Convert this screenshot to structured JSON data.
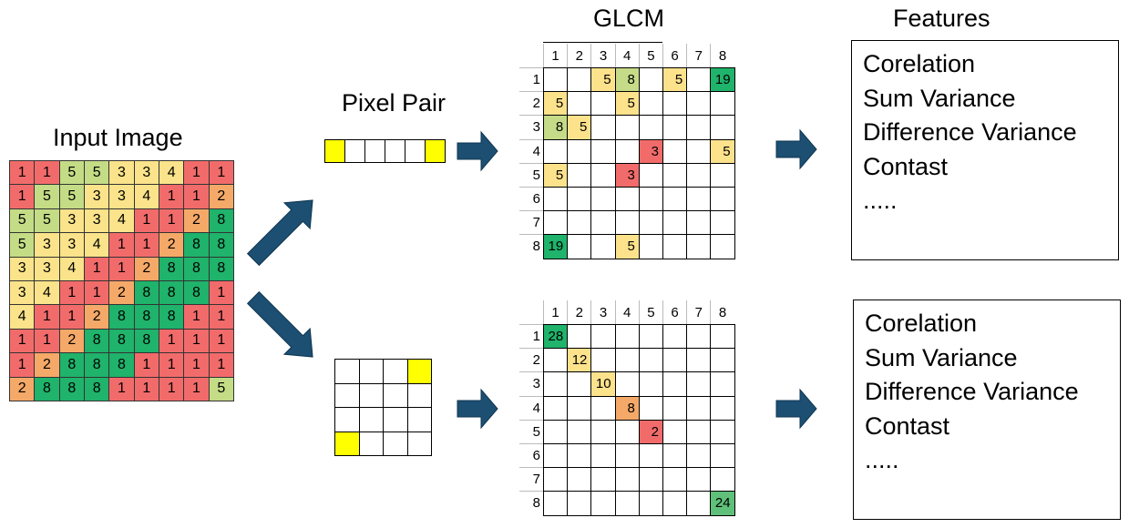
{
  "titles": {
    "input_image": "Input Image",
    "pixel_pair": "Pixel Pair",
    "glcm": "GLCM",
    "features": "Features"
  },
  "colors": {
    "1": "#f26b6b",
    "2": "#f5a968",
    "3": "#fae38a",
    "4": "#fae38a",
    "5": "#c4dc86",
    "8": "#1fb36b",
    "pair": "#ffff00",
    "arrow": "#1c4f72"
  },
  "input_image": [
    [
      1,
      1,
      5,
      5,
      3,
      3,
      4,
      1,
      1
    ],
    [
      1,
      5,
      5,
      3,
      3,
      4,
      1,
      1,
      2
    ],
    [
      5,
      5,
      3,
      3,
      4,
      1,
      1,
      2,
      8
    ],
    [
      5,
      3,
      3,
      4,
      1,
      1,
      2,
      8,
      8
    ],
    [
      3,
      3,
      4,
      1,
      1,
      2,
      8,
      8,
      8
    ],
    [
      3,
      4,
      1,
      1,
      2,
      8,
      8,
      8,
      1
    ],
    [
      4,
      1,
      1,
      2,
      8,
      8,
      8,
      1,
      1
    ],
    [
      1,
      1,
      2,
      8,
      8,
      8,
      1,
      1,
      1
    ],
    [
      1,
      2,
      8,
      8,
      8,
      1,
      1,
      1,
      1
    ],
    [
      2,
      8,
      8,
      8,
      1,
      1,
      1,
      1,
      5
    ]
  ],
  "glcm_headers": [
    "1",
    "2",
    "3",
    "4",
    "5",
    "6",
    "7",
    "8"
  ],
  "glcm_top": [
    {
      "r": 1,
      "c": 3,
      "v": "5",
      "color": "#fde28c"
    },
    {
      "r": 1,
      "c": 4,
      "v": "8",
      "color": "#c6db88"
    },
    {
      "r": 1,
      "c": 6,
      "v": "5",
      "color": "#fde28c"
    },
    {
      "r": 1,
      "c": 8,
      "v": "19",
      "color": "#1fb36b"
    },
    {
      "r": 2,
      "c": 1,
      "v": "5",
      "color": "#fde28c"
    },
    {
      "r": 2,
      "c": 4,
      "v": "5",
      "color": "#fde28c"
    },
    {
      "r": 3,
      "c": 1,
      "v": "8",
      "color": "#c6db88"
    },
    {
      "r": 3,
      "c": 2,
      "v": "5",
      "color": "#fde28c"
    },
    {
      "r": 4,
      "c": 5,
      "v": "3",
      "color": "#f26b6b"
    },
    {
      "r": 4,
      "c": 8,
      "v": "5",
      "color": "#fde28c"
    },
    {
      "r": 5,
      "c": 1,
      "v": "5",
      "color": "#fde28c"
    },
    {
      "r": 5,
      "c": 4,
      "v": "3",
      "color": "#f26b6b"
    },
    {
      "r": 8,
      "c": 1,
      "v": "19",
      "color": "#1fb36b"
    },
    {
      "r": 8,
      "c": 4,
      "v": "5",
      "color": "#fde28c"
    }
  ],
  "glcm_bottom": [
    {
      "r": 1,
      "c": 1,
      "v": "28",
      "color": "#1fb36b"
    },
    {
      "r": 2,
      "c": 2,
      "v": "12",
      "color": "#fde28c"
    },
    {
      "r": 3,
      "c": 3,
      "v": "10",
      "color": "#fde28c"
    },
    {
      "r": 4,
      "c": 4,
      "v": "8",
      "color": "#f5a968"
    },
    {
      "r": 5,
      "c": 5,
      "v": "2",
      "color": "#f26b6b"
    },
    {
      "r": 8,
      "c": 8,
      "v": "24",
      "color": "#5fc07a"
    }
  ],
  "features_top": [
    "Corelation",
    "Sum Variance",
    "Difference Variance",
    "Contast",
    "....."
  ],
  "features_bottom": [
    "Corelation",
    "Sum Variance",
    "Difference Variance",
    "Contast",
    "....."
  ]
}
